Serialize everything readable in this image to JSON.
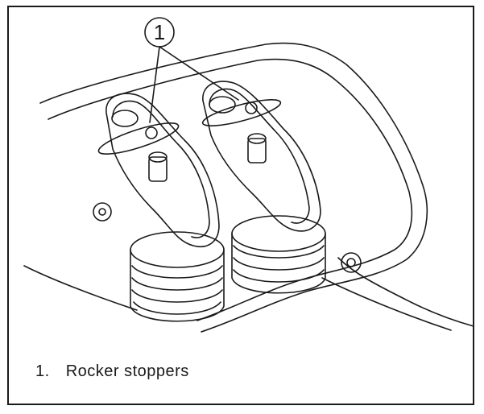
{
  "figure": {
    "callout_number": "1",
    "caption": {
      "number": "1.",
      "text": "Rocker stoppers"
    }
  },
  "colors": {
    "line": "#1a1a1a",
    "background": "#ffffff"
  }
}
